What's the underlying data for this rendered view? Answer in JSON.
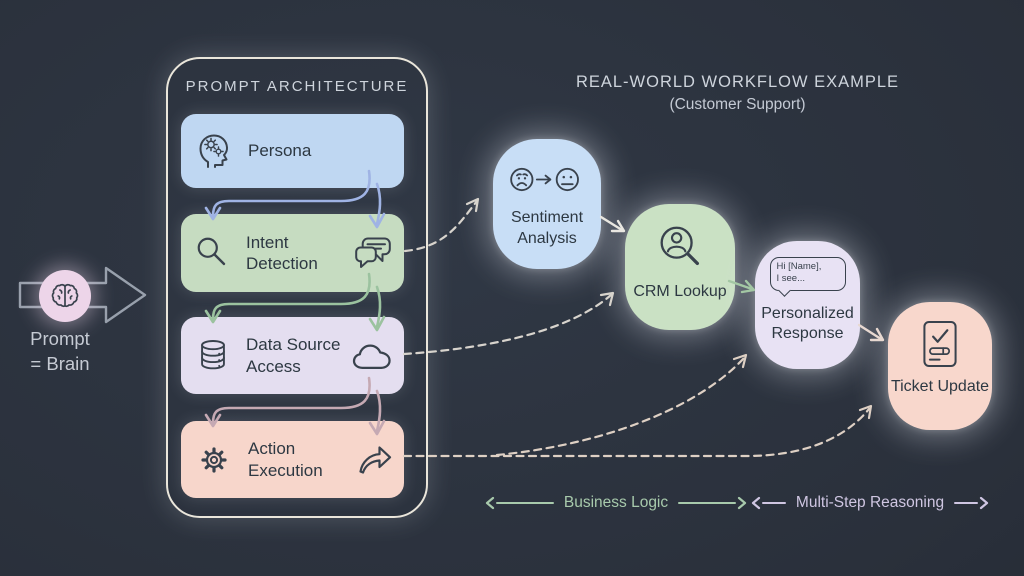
{
  "colors": {
    "bg_center": "#303845",
    "bg_edge": "#20262f",
    "panel_border": "#eae6db",
    "title_text": "#ced4dc",
    "subtitle_text": "#c4cad4",
    "box_text": "#2d3842",
    "icon_stroke": "#39424d",
    "box_blue": "#bfd7f2",
    "box_green": "#c6dcc1",
    "box_lavender": "#e4def0",
    "box_salmon": "#f7d6cb",
    "bubble_blue": "#c8def6",
    "bubble_green": "#cae1c4",
    "bubble_lavender": "#e8e2f4",
    "bubble_salmon": "#f8d7cc",
    "brain_circle": "#edd5e9",
    "arrow_periwinkle": "#9fb3e4",
    "arrow_green": "#9bc29f",
    "arrow_mauve": "#c5a9b3",
    "dashed_line": "#d8d4cd",
    "dashed_cream": "#ded0c4",
    "solid_white_arrow": "#e9e7e1",
    "solid_green_arrow": "#a3c7a4",
    "solid_pink_arrow": "#e8d9d1",
    "legend_green": "#a8caac",
    "legend_lavender": "#cfc6e2",
    "annotation_text": "#c5cad3",
    "prompt_arrow_stroke": "#98a0ac"
  },
  "annotation": {
    "line1": "Prompt",
    "line2": "= Brain",
    "icon": "brain-icon"
  },
  "panel": {
    "title": "PROMPT ARCHITECTURE",
    "boxes": [
      {
        "label": "Persona",
        "icon": "head-gears"
      },
      {
        "label": "Intent Detection",
        "icon": "magnifier",
        "right_icon": "chat-bubbles"
      },
      {
        "label": "Data Source Access",
        "icon": "database",
        "right_icon": "cloud"
      },
      {
        "label": "Action Execution",
        "icon": "gear",
        "right_icon": "share-arrow"
      }
    ]
  },
  "workflow": {
    "title_line1": "REAL-WORLD WORKFLOW EXAMPLE",
    "title_line2": "(Customer Support)",
    "nodes": [
      {
        "label": "Sentiment Analysis",
        "icon": "sad-to-neutral-faces"
      },
      {
        "label": "CRM Lookup",
        "icon": "person-magnifier"
      },
      {
        "label": "Personalized Response",
        "icon": "speech-bubble"
      },
      {
        "label": "Ticket Update",
        "icon": "ticket-check"
      }
    ],
    "speech_line1": "Hi [Name],",
    "speech_line2": "I see..."
  },
  "legend": {
    "business": "Business Logic",
    "multi_step": "Multi-Step Reasoning"
  }
}
